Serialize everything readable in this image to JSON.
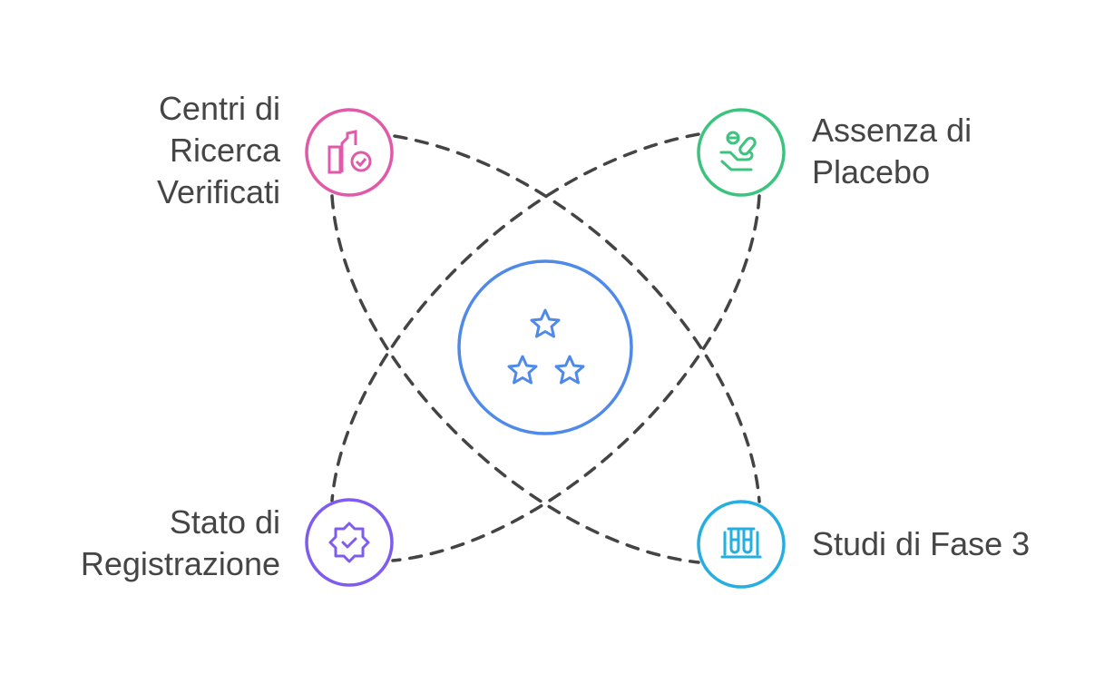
{
  "title_nodes": [
    {
      "id": "centri",
      "lines": [
        "Centri di",
        "Ricerca",
        "Verificati"
      ],
      "color": "#e05aa9",
      "icon": "buildings-check-icon"
    },
    {
      "id": "placebo",
      "lines": [
        "Assenza di",
        "Placebo"
      ],
      "color": "#3cc47f",
      "icon": "hand-pills-icon"
    },
    {
      "id": "registrazione",
      "lines": [
        "Stato di",
        "Registrazione"
      ],
      "color": "#7f5cf0",
      "icon": "badge-check-icon"
    },
    {
      "id": "fase3",
      "lines": [
        "Studi di Fase 3"
      ],
      "color": "#24afe0",
      "icon": "test-tubes-icon"
    }
  ],
  "center": {
    "color": "#4f8ae8",
    "icon": "three-stars-icon"
  },
  "connector_color": "#444444"
}
